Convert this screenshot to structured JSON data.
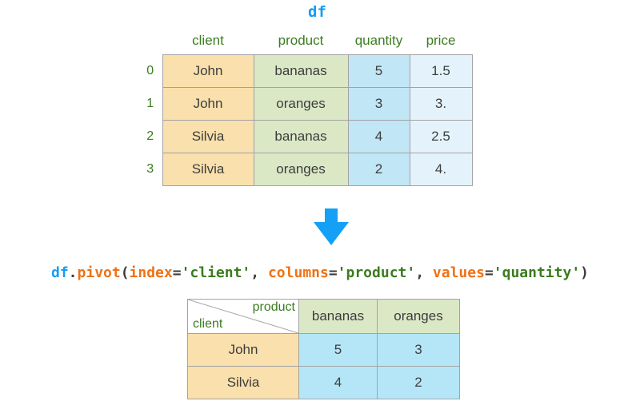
{
  "title": "df",
  "colors": {
    "accent_blue": "#149df4",
    "code_orange": "#ef7215",
    "text_green": "#3b7c1f",
    "text_dark": "#3d3d3d",
    "cell_tan": "#f9e0ac",
    "cell_sage": "#dbe8c6",
    "cell_blue": "#c1e6f5",
    "cell_light_blue": "#e4f3fb",
    "cell_cyan": "#b5e6f8",
    "border_gray": "#a3a3a3"
  },
  "top_table": {
    "columns": [
      "client",
      "product",
      "quantity",
      "price"
    ],
    "index": [
      "0",
      "1",
      "2",
      "3"
    ],
    "rows": [
      {
        "client": "John",
        "product": "bananas",
        "quantity": "5",
        "price": "1.5"
      },
      {
        "client": "John",
        "product": "oranges",
        "quantity": "3",
        "price": "3."
      },
      {
        "client": "Silvia",
        "product": "bananas",
        "quantity": "4",
        "price": "2.5"
      },
      {
        "client": "Silvia",
        "product": "oranges",
        "quantity": "2",
        "price": "4."
      }
    ]
  },
  "arrow": {
    "name": "down-arrow",
    "color": "#14a0f6"
  },
  "code": {
    "full": "df.pivot(index='client', columns='product', values='quantity')",
    "tokens": [
      {
        "t": "df"
      },
      {
        "t": "."
      },
      {
        "t": "pivot"
      },
      {
        "t": "("
      },
      {
        "t": "index"
      },
      {
        "t": "="
      },
      {
        "t": "'client'"
      },
      {
        "t": ", "
      },
      {
        "t": "columns"
      },
      {
        "t": "="
      },
      {
        "t": "'product'"
      },
      {
        "t": ", "
      },
      {
        "t": "values"
      },
      {
        "t": "="
      },
      {
        "t": "'quantity'"
      },
      {
        "t": ")"
      }
    ]
  },
  "pivot_table": {
    "corner": {
      "top_right": "product",
      "bottom_left": "client"
    },
    "columns": [
      "bananas",
      "oranges"
    ],
    "rows": [
      {
        "client": "John",
        "bananas": "5",
        "oranges": "3"
      },
      {
        "client": "Silvia",
        "bananas": "4",
        "oranges": "2"
      }
    ]
  }
}
